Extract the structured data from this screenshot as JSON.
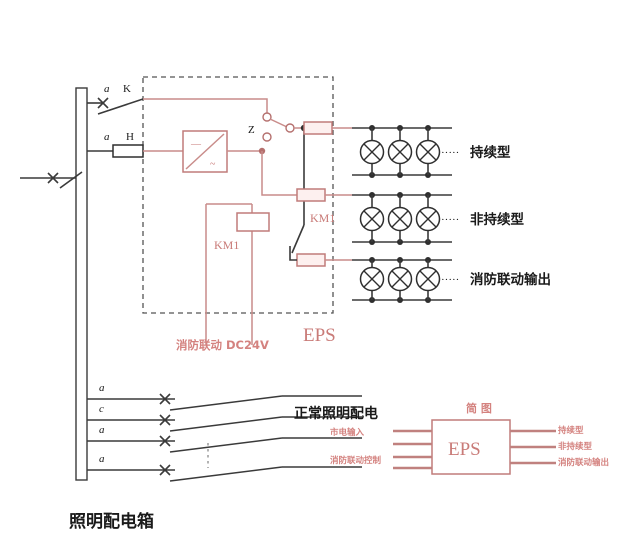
{
  "diagram": {
    "title_main": "照明配电箱",
    "eps_label": "EPS",
    "summary_title": "简  图",
    "summary_eps_label": "EPS",
    "dc_supply_label": "消防联动 DC24V",
    "normal_lighting_label": "正常照明配电",
    "incoming": {
      "breaker_icon": "disconnector-switch-icon"
    },
    "top_branch": {
      "phase_label": "a",
      "device_label": "K",
      "switch_icon": "isolating-switch-icon"
    },
    "second_branch": {
      "phase_label": "a",
      "device_label": "H",
      "fuse_icon": "fuse-icon"
    },
    "inverter": {
      "dc_symbol": "—",
      "ac_symbol": "~",
      "name": "inverter-symbol"
    },
    "transfer_switch": {
      "label": "Z",
      "icon": "changeover-switch-icon"
    },
    "contactor": {
      "coil_label": "KM1",
      "contact_label": "KM1"
    },
    "output_rows": [
      {
        "label": "持续型",
        "ellipsis": "·····"
      },
      {
        "label": "非持续型",
        "ellipsis": "·····"
      },
      {
        "label": "消防联动输出",
        "ellipsis": "·····"
      }
    ],
    "distribution_branches": [
      {
        "phase_label": "a"
      },
      {
        "phase_label": "c"
      },
      {
        "phase_label": "a"
      },
      {
        "phase_label": "a"
      }
    ],
    "summary_block": {
      "inputs": [
        {
          "label": "市电输入"
        },
        {
          "label": "消防联动控制"
        }
      ],
      "outputs": [
        {
          "label": "持续型"
        },
        {
          "label": "非持续型"
        },
        {
          "label": "消防联动输出"
        }
      ]
    },
    "colors": {
      "wire_black": "#3a3a3a",
      "wire_red": "#c98c8a",
      "text_red": "#d4827f",
      "text_black": "#1a1a1a"
    }
  }
}
